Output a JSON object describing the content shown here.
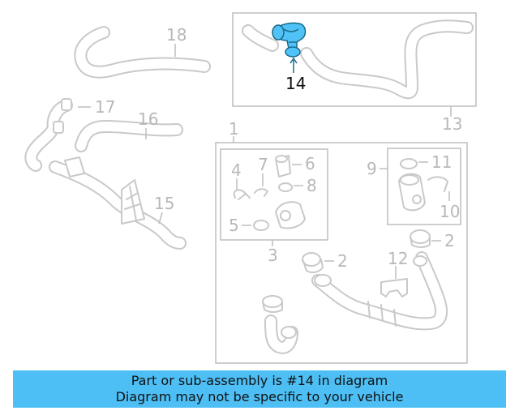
{
  "callouts": {
    "c1": "1",
    "c2a": "2",
    "c2b": "2",
    "c3": "3",
    "c4": "4",
    "c5": "5",
    "c6": "6",
    "c7": "7",
    "c8": "8",
    "c9": "9",
    "c10": "10",
    "c11": "11",
    "c12": "12",
    "c13": "13",
    "c14": "14",
    "c15": "15",
    "c16": "16",
    "c17": "17",
    "c18": "18"
  },
  "highlighted_part": "14",
  "colors": {
    "highlight": "#4fc3f7",
    "banner": "#4dbff5",
    "parts": "#c9c9c9"
  },
  "banner": {
    "line1": "Part or sub-assembly is #14 in diagram",
    "line2": "Diagram may not be specific to your vehicle"
  }
}
